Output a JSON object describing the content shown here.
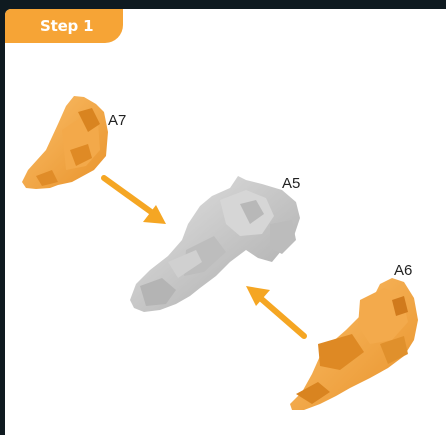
{
  "step": {
    "label": "Step 1"
  },
  "parts": [
    {
      "id": "A7",
      "label": "A7",
      "color": "#f6a436"
    },
    {
      "id": "A5",
      "label": "A5",
      "color": "#c9c9c9"
    },
    {
      "id": "A6",
      "label": "A6",
      "color": "#f6a436"
    }
  ],
  "colors": {
    "accent": "#f6a436",
    "arrow": "#f5a623",
    "part_gray": "#c9c9c9",
    "background": "#0f1a20",
    "panel": "#ffffff"
  }
}
